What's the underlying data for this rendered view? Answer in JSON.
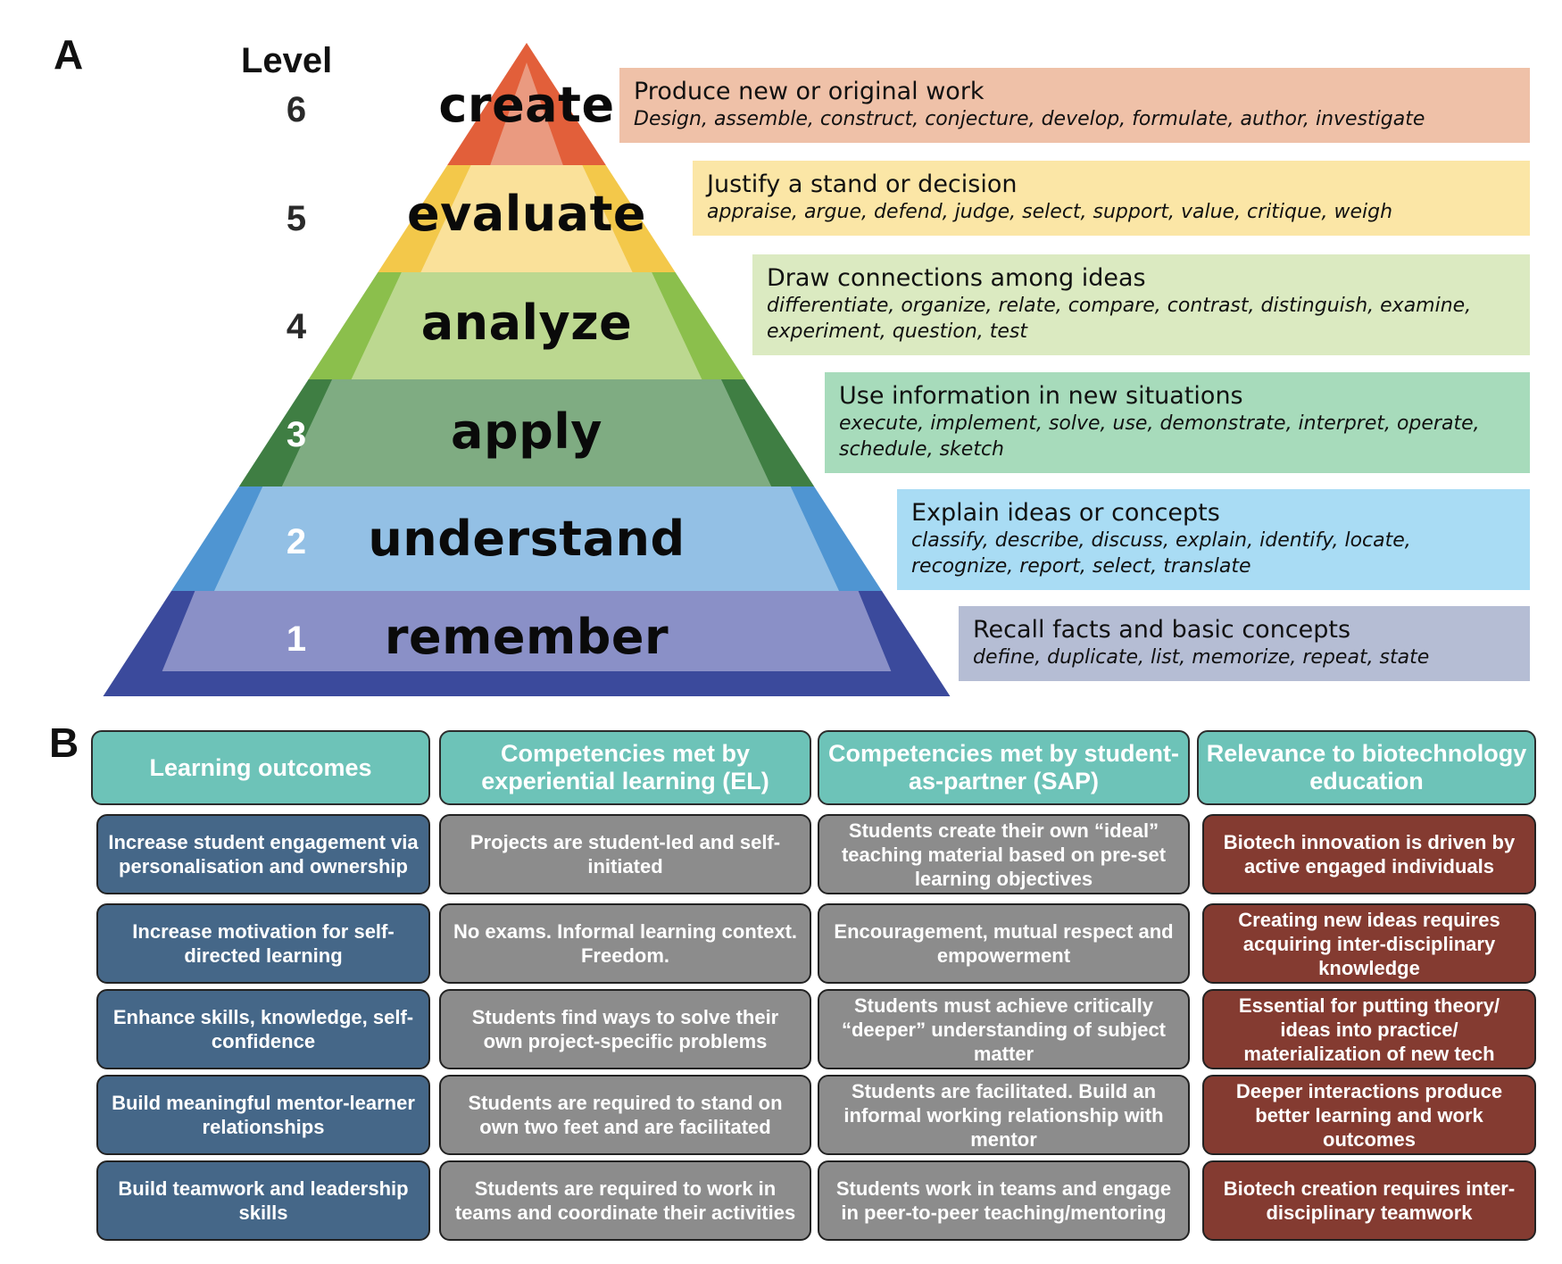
{
  "panel_a": {
    "letter": "A",
    "level_heading": "Level",
    "levels": [
      {
        "num": "6",
        "word": "create",
        "title": "Produce new or original work",
        "verbs": "Design, assemble, construct, conjecture, develop, formulate, author, investigate",
        "band_color": "#ea9a80",
        "edge_color": "#e25f3a",
        "box_color": "#efc1a8"
      },
      {
        "num": "5",
        "word": "evaluate",
        "title": "Justify a stand or decision",
        "verbs": "appraise, argue, defend, judge, select, support, value, critique, weigh",
        "band_color": "#fae19a",
        "edge_color": "#f3c84a",
        "box_color": "#fbe6a6"
      },
      {
        "num": "4",
        "word": "analyze",
        "title": "Draw connections among ideas",
        "verbs": "differentiate, organize, relate, compare, contrast, distinguish, examine, experiment, question, test",
        "band_color": "#bcd890",
        "edge_color": "#8bbf4c",
        "box_color": "#dbeac1"
      },
      {
        "num": "3",
        "word": "apply",
        "title": "Use information in new situations",
        "verbs": "execute, implement, solve, use, demonstrate, interpret, operate, schedule, sketch",
        "band_color": "#7fac82",
        "edge_color": "#3f7e43",
        "box_color": "#a7dbbb"
      },
      {
        "num": "2",
        "word": "understand",
        "title": "Explain ideas or concepts",
        "verbs": "classify, describe, discuss, explain, identify, locate, recognize, report, select, translate",
        "band_color": "#93c0e5",
        "edge_color": "#4f95d2",
        "box_color": "#a9dcf4"
      },
      {
        "num": "1",
        "word": "remember",
        "title": "Recall facts and basic concepts",
        "verbs": "define, duplicate, list, memorize, repeat, state",
        "band_color": "#8a90c7",
        "edge_color": "#3b4a9c",
        "box_color": "#b5bdd4"
      }
    ]
  },
  "panel_b": {
    "letter": "B",
    "headers": [
      "Learning outcomes",
      "Competencies met by experiential learning (EL)",
      "Competencies met by student-as-partner (SAP)",
      "Relevance to biotechnology education"
    ],
    "rows": [
      [
        "Increase student engagement via personalisation and ownership",
        "Projects are student-led and self-initiated",
        "Students create their own “ideal” teaching material based on pre-set learning objectives",
        "Biotech innovation is driven by active engaged individuals"
      ],
      [
        "Increase motivation for self-directed learning",
        "No exams. Informal learning context. Freedom.",
        "Encouragement, mutual respect and empowerment",
        "Creating new ideas requires acquiring inter-disciplinary knowledge"
      ],
      [
        "Enhance skills, knowledge, self-confidence",
        "Students find ways to solve their own project-specific problems",
        "Students must achieve critically “deeper” understanding of subject matter",
        "Essential for putting theory/ ideas into practice/ materialization of new tech"
      ],
      [
        "Build meaningful mentor-learner relationships",
        "Students are required to stand on own two feet and are facilitated",
        "Students are facilitated. Build an informal working relationship with mentor",
        "Deeper interactions produce better learning and work outcomes"
      ],
      [
        "Build teamwork and leadership skills",
        "Students are required to work in teams and coordinate their activities",
        "Students work in teams and engage in peer-to-peer teaching/mentoring",
        "Biotech creation requires inter-disciplinary teamwork"
      ]
    ],
    "colors": {
      "header": "#6dc3b8",
      "col1": "#456788",
      "col2": "#8c8c8c",
      "col3": "#8c8c8c",
      "col4": "#843b31"
    }
  }
}
